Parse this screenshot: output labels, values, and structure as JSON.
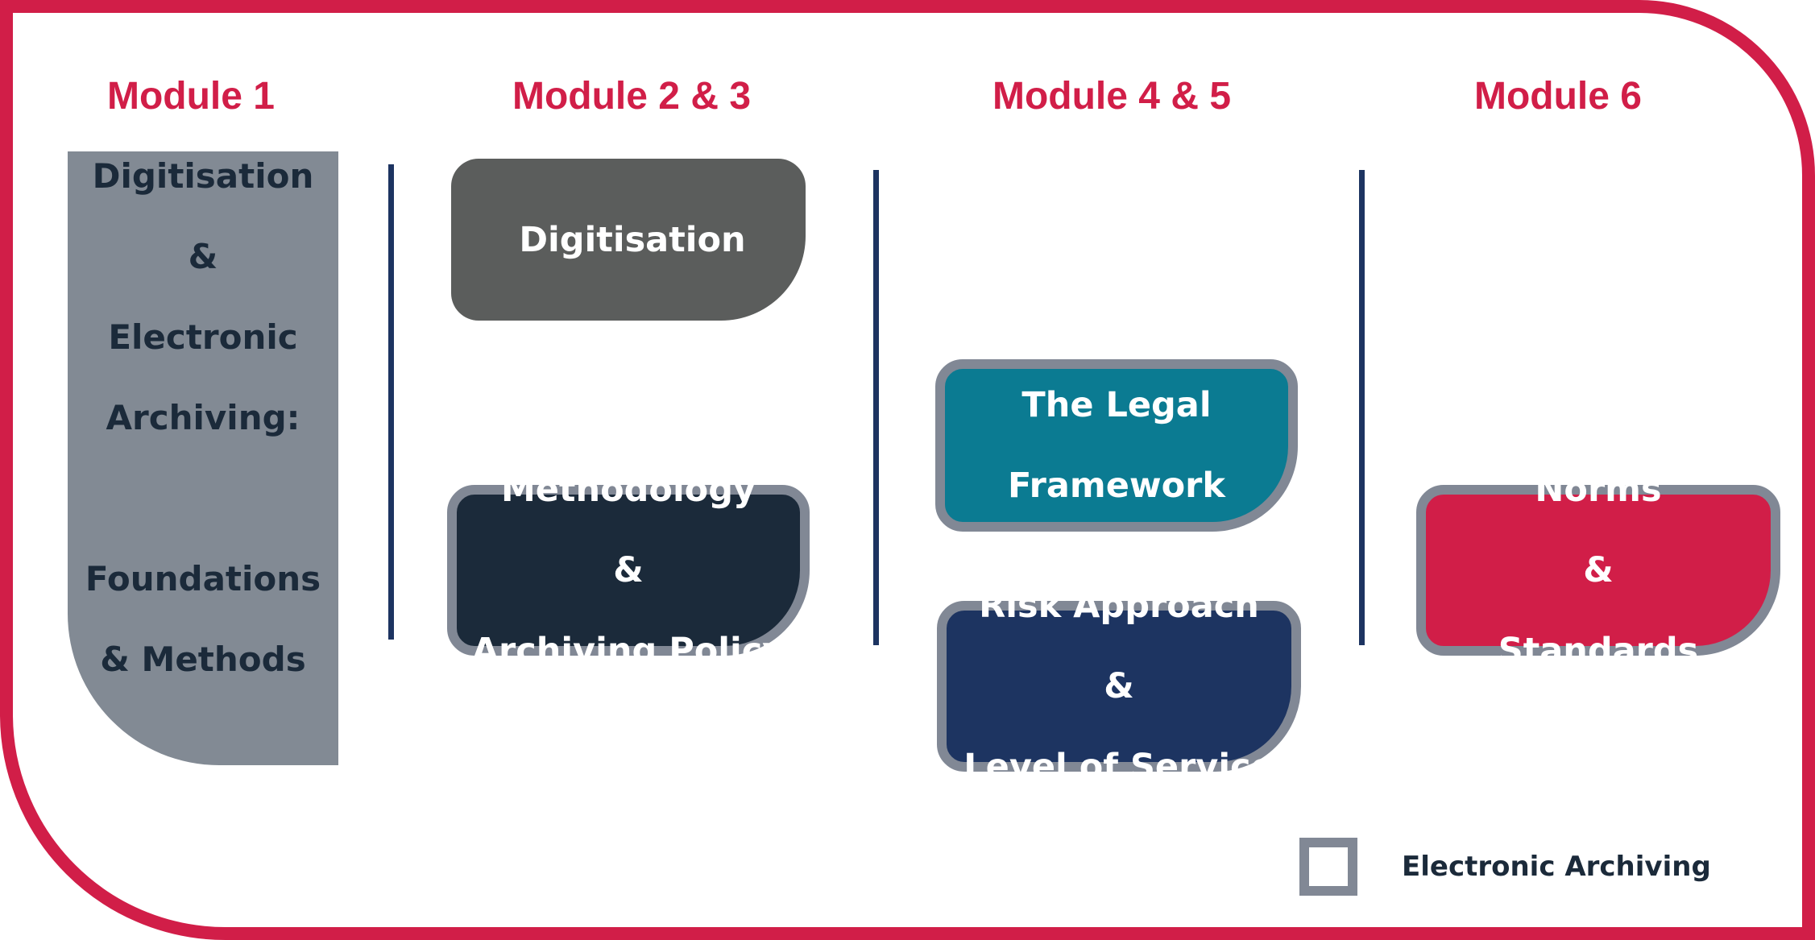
{
  "colors": {
    "accent_red": "#d11e48",
    "navy": "#1d3461",
    "dark_navy": "#1b2a3a",
    "grey": "#828a94",
    "dark_grey": "#5b5d5c",
    "teal": "#0b7b92",
    "archiving_border": "#818895"
  },
  "modules": [
    {
      "title": "Module 1",
      "boxes": [
        {
          "lines": [
            "Digitisation",
            "&",
            "Electronic",
            "Archiving:",
            "",
            "Foundations",
            "& Methods"
          ]
        }
      ]
    },
    {
      "title": "Module 2 & 3",
      "boxes": [
        {
          "lines": [
            "Digitisation"
          ]
        },
        {
          "lines": [
            "Methodology",
            "&",
            "Archiving Policy"
          ]
        }
      ]
    },
    {
      "title": "Module 4 & 5",
      "boxes": [
        {
          "lines": [
            "The Legal",
            "Framework"
          ]
        },
        {
          "lines": [
            "Risk Approach",
            "&",
            "Level of Service"
          ]
        }
      ]
    },
    {
      "title": "Module 6",
      "boxes": [
        {
          "lines": [
            "Norms",
            "&",
            "Standards"
          ]
        }
      ]
    }
  ],
  "legend": {
    "label": "Electronic Archiving"
  }
}
